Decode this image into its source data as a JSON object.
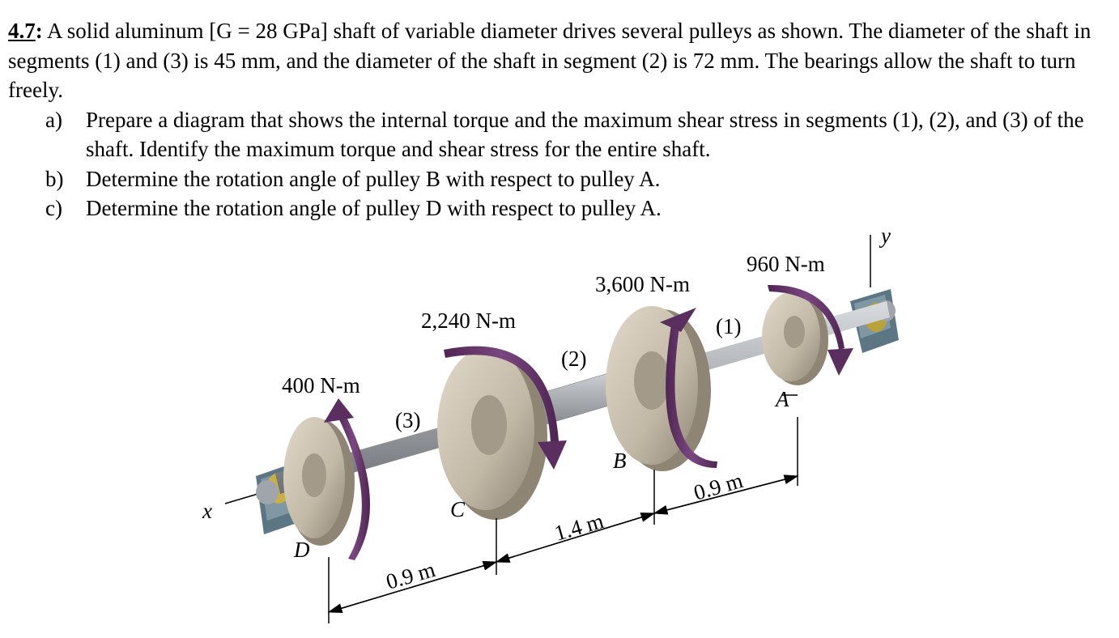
{
  "problem": {
    "number": "4.7",
    "statement": "A solid aluminum [G = 28 GPa] shaft of variable diameter drives several pulleys as shown.  The diameter of the shaft in segments (1) and (3) is 45 mm, and the diameter of the shaft in segment (2) is 72 mm.  The bearings allow the shaft to turn freely.",
    "parts": [
      {
        "label": "a)",
        "text": "Prepare a diagram that shows the internal torque and the maximum shear stress in segments (1), (2), and (3) of the shaft.  Identify the maximum torque and shear stress for the entire shaft."
      },
      {
        "label": "b)",
        "text": "Determine the rotation angle of pulley B with respect to pulley A."
      },
      {
        "label": "c)",
        "text": "Determine the rotation angle of pulley D with respect to pulley A."
      }
    ]
  },
  "figure": {
    "torques": {
      "A": "960 N-m",
      "B": "3,600 N-m",
      "C": "2,240 N-m",
      "D": "400 N-m"
    },
    "segments": {
      "s1": "(1)",
      "s2": "(2)",
      "s3": "(3)"
    },
    "pulleys": {
      "A": "A",
      "B": "B",
      "C": "C",
      "D": "D"
    },
    "axes": {
      "x": "x",
      "y": "y"
    },
    "dimensions": {
      "DC": "0.9 m",
      "CB": "1.4 m",
      "BA": "0.9 m"
    },
    "colors": {
      "pulley": "#c9bfae",
      "pulley_dark": "#8f8575",
      "shaft": "#a9adb1",
      "arrow": "#6a3a6e",
      "bearing": "#6f8895"
    }
  }
}
